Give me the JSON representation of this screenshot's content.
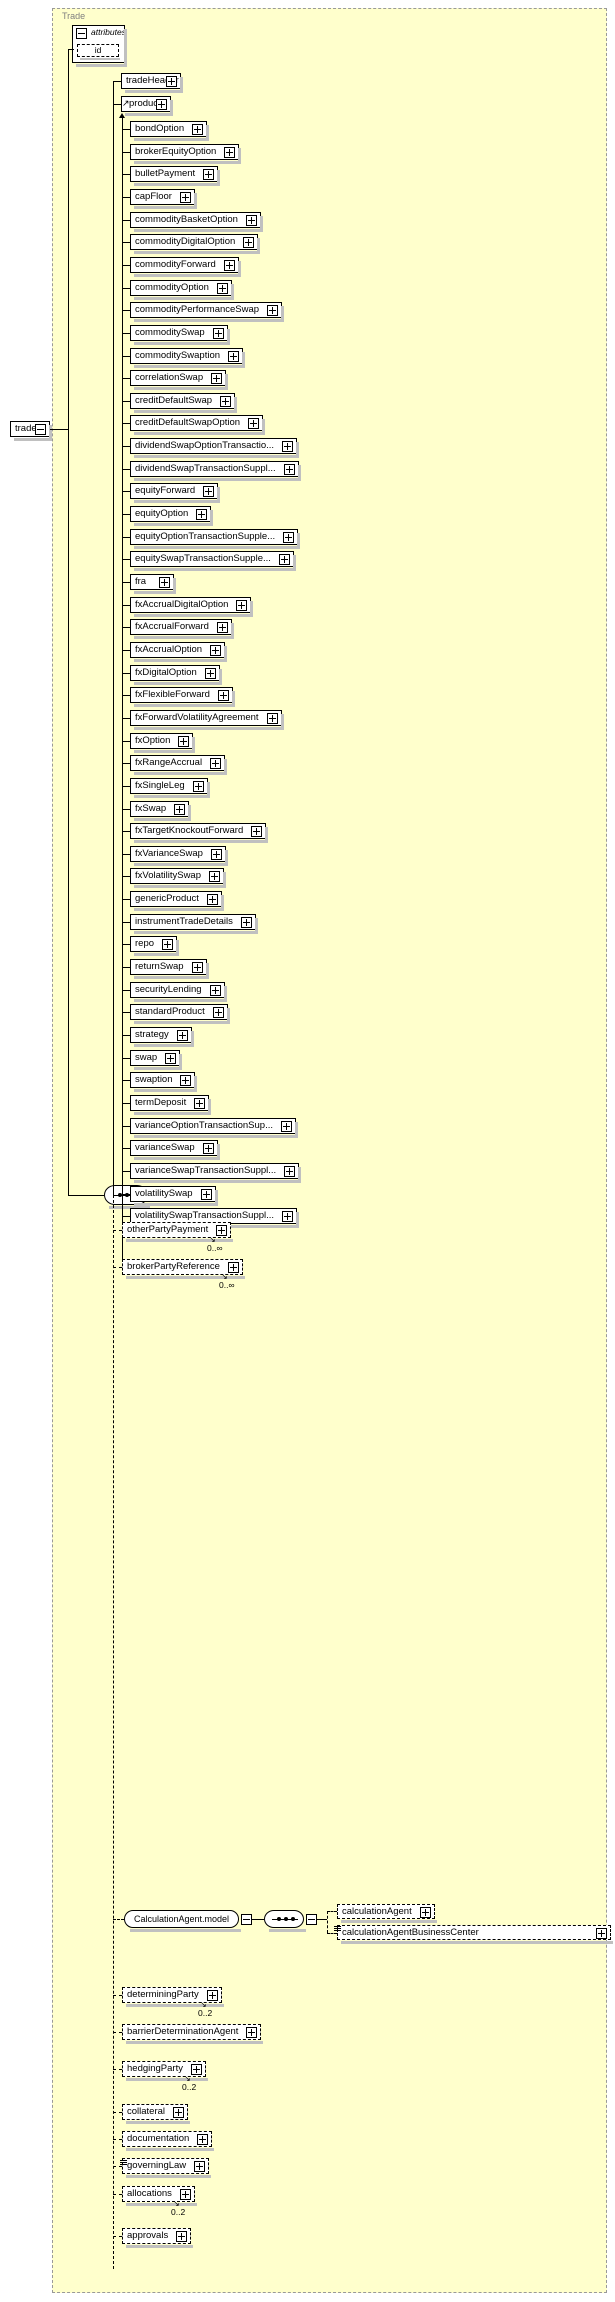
{
  "diagram": {
    "type": "xsd-schema-diagram",
    "group_label": "Trade",
    "root_element": "trade",
    "attributes_label": "attributes",
    "attribute_items": [
      "id"
    ],
    "background_color": "#ffffcc",
    "border_color": "#999999"
  },
  "sequence_children": [
    {
      "name": "tradeHeader",
      "optional": false,
      "cardinality": ""
    },
    {
      "name": "product",
      "optional": false,
      "cardinality": ""
    }
  ],
  "substitution_members": [
    "bondOption",
    "brokerEquityOption",
    "bulletPayment",
    "capFloor",
    "commodityBasketOption",
    "commodityDigitalOption",
    "commodityForward",
    "commodityOption",
    "commodityPerformanceSwap",
    "commoditySwap",
    "commoditySwaption",
    "correlationSwap",
    "creditDefaultSwap",
    "creditDefaultSwapOption",
    "dividendSwapOptionTransactio...",
    "dividendSwapTransactionSuppl...",
    "equityForward",
    "equityOption",
    "equityOptionTransactionSupple...",
    "equitySwapTransactionSupple...",
    "fra",
    "fxAccrualDigitalOption",
    "fxAccrualForward",
    "fxAccrualOption",
    "fxDigitalOption",
    "fxFlexibleForward",
    "fxForwardVolatilityAgreement",
    "fxOption",
    "fxRangeAccrual",
    "fxSingleLeg",
    "fxSwap",
    "fxTargetKnockoutForward",
    "fxVarianceSwap",
    "fxVolatilitySwap",
    "genericProduct",
    "instrumentTradeDetails",
    "repo",
    "returnSwap",
    "securityLending",
    "standardProduct",
    "strategy",
    "swap",
    "swaption",
    "termDeposit",
    "varianceOptionTransactionSup...",
    "varianceSwap",
    "varianceSwapTransactionSuppl...",
    "volatilitySwap",
    "volatilitySwapTransactionSuppl..."
  ],
  "optional_children": [
    {
      "name": "otherPartyPayment",
      "cardinality": "0..∞",
      "list_marker": false
    },
    {
      "name": "brokerPartyReference",
      "cardinality": "0..∞",
      "list_marker": false
    },
    {
      "name": "determiningParty",
      "cardinality": "0..2",
      "list_marker": false
    },
    {
      "name": "barrierDeterminationAgent",
      "cardinality": "",
      "list_marker": false
    },
    {
      "name": "hedgingParty",
      "cardinality": "0..2",
      "list_marker": false
    },
    {
      "name": "collateral",
      "cardinality": "",
      "list_marker": false
    },
    {
      "name": "documentation",
      "cardinality": "",
      "list_marker": false
    },
    {
      "name": "governingLaw",
      "cardinality": "",
      "list_marker": true
    },
    {
      "name": "allocations",
      "cardinality": "0..2",
      "list_marker": false
    },
    {
      "name": "approvals",
      "cardinality": "",
      "list_marker": false
    }
  ],
  "model_group": {
    "name": "CalculationAgent.model",
    "children": [
      {
        "name": "calculationAgent",
        "list_marker": false
      },
      {
        "name": "calculationAgentBusinessCenter",
        "list_marker": true
      }
    ]
  },
  "icons": {
    "expand": "plus-icon",
    "collapse": "minus-icon",
    "sequence": "sequence-compositor-icon"
  }
}
